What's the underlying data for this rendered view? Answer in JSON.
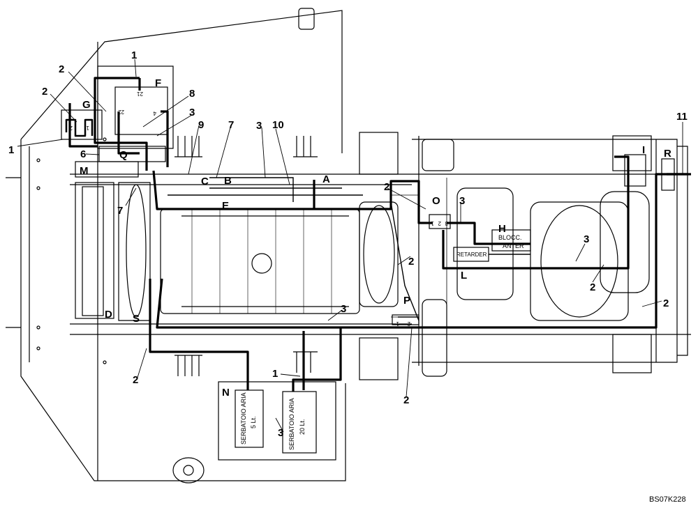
{
  "reference_code": "BS07K228",
  "component_letters": {
    "A": "A",
    "B": "B",
    "C": "C",
    "D": "D",
    "E": "E",
    "F": "F",
    "G": "G",
    "H": "H",
    "I": "I",
    "L": "L",
    "M": "M",
    "N": "N",
    "O": "O",
    "P": "P",
    "Q": "Q",
    "R": "R",
    "S": "S"
  },
  "callout_numbers": {
    "one": "1",
    "two": "2",
    "three": "3",
    "six": "6",
    "seven": "7",
    "eight": "8",
    "nine": "9",
    "ten": "10",
    "eleven": "11"
  },
  "tank_labels": {
    "tank_small_line1": "SERBATOIO ARIA",
    "tank_small_line2": "5 Lt.",
    "tank_large_line1": "SERBATOIO ARIA",
    "tank_large_line2": "20 Lt."
  },
  "box_labels": {
    "blocc_line1": "BLOCC.",
    "blocc_line2": "ANTER",
    "retarder": "RETARDER"
  },
  "port_labels": {
    "f_21": "21",
    "f_22": "22",
    "f_4": "4",
    "g_2": "2",
    "g_1": "1",
    "p_1": "1",
    "p_2": "2",
    "o_1": "1",
    "o_2": "2",
    "o_3": "3"
  }
}
